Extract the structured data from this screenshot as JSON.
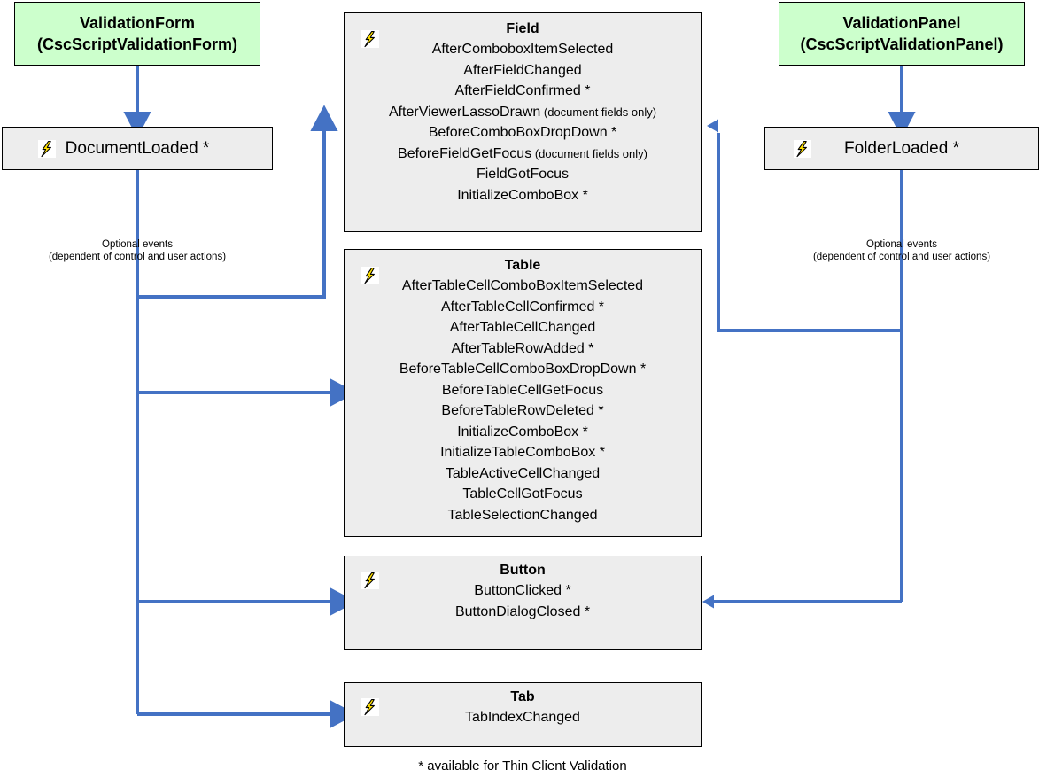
{
  "diagram": {
    "colors": {
      "arrow": "#4472C4",
      "box_fill": "#ededed",
      "source_fill": "#ccffcc",
      "border": "#000000",
      "bolt_yellow": "#ffe000"
    },
    "footnote": "* available for Thin Client Validation",
    "sources": [
      {
        "id": "validation-form",
        "title_line1": "ValidationForm",
        "title_line2": "(CscScriptValidationForm)"
      },
      {
        "id": "validation-panel",
        "title_line1": "ValidationPanel",
        "title_line2": "(CscScriptValidationPanel)"
      }
    ],
    "entry_events": [
      {
        "id": "document-loaded",
        "label": "DocumentLoaded *",
        "icon": "lightning-bolt-icon"
      },
      {
        "id": "folder-loaded",
        "label": "FolderLoaded *",
        "icon": "lightning-bolt-icon"
      }
    ],
    "optional_labels": [
      {
        "line1": "Optional events",
        "line2": "(dependent of control and user actions)"
      },
      {
        "line1": "Optional events",
        "line2": "(dependent of control and user actions)"
      }
    ],
    "groups": [
      {
        "id": "field",
        "title": "Field",
        "icon": "lightning-bolt-icon",
        "events": [
          {
            "name": "AfterComboboxItemSelected",
            "note": ""
          },
          {
            "name": "AfterFieldChanged",
            "note": ""
          },
          {
            "name": "AfterFieldConfirmed *",
            "note": ""
          },
          {
            "name": "AfterViewerLassoDrawn",
            "note": "(document fields only)"
          },
          {
            "name": "BeforeComboBoxDropDown *",
            "note": ""
          },
          {
            "name": "BeforeFieldGetFocus",
            "note": "(document fields only)"
          },
          {
            "name": "FieldGotFocus",
            "note": ""
          },
          {
            "name": "InitializeComboBox *",
            "note": ""
          }
        ]
      },
      {
        "id": "table",
        "title": "Table",
        "icon": "lightning-bolt-icon",
        "events": [
          {
            "name": "AfterTableCellComboBoxItemSelected",
            "note": ""
          },
          {
            "name": "AfterTableCellConfirmed *",
            "note": ""
          },
          {
            "name": "AfterTableCellChanged",
            "note": ""
          },
          {
            "name": "AfterTableRowAdded *",
            "note": ""
          },
          {
            "name": "BeforeTableCellComboBoxDropDown *",
            "note": ""
          },
          {
            "name": "BeforeTableCellGetFocus",
            "note": ""
          },
          {
            "name": "BeforeTableRowDeleted *",
            "note": ""
          },
          {
            "name": "InitializeComboBox *",
            "note": ""
          },
          {
            "name": "InitializeTableComboBox *",
            "note": ""
          },
          {
            "name": "TableActiveCellChanged",
            "note": ""
          },
          {
            "name": "TableCellGotFocus",
            "note": ""
          },
          {
            "name": "TableSelectionChanged",
            "note": ""
          }
        ]
      },
      {
        "id": "button",
        "title": "Button",
        "icon": "lightning-bolt-icon",
        "events": [
          {
            "name": "ButtonClicked *",
            "note": ""
          },
          {
            "name": "ButtonDialogClosed *",
            "note": ""
          }
        ]
      },
      {
        "id": "tab",
        "title": "Tab",
        "icon": "lightning-bolt-icon",
        "events": [
          {
            "name": "TabIndexChanged",
            "note": ""
          }
        ]
      }
    ]
  }
}
